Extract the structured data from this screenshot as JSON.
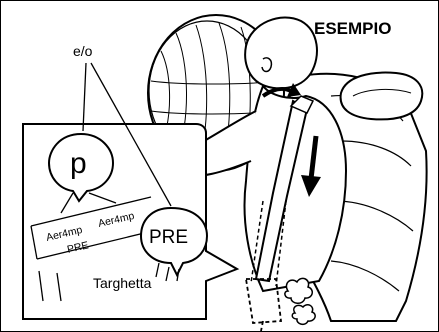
{
  "figure": {
    "title": "ESEMPIO",
    "callout_label": "e/o",
    "icon_p_text": "p",
    "icon_pre_text": "PRE",
    "mark_text_1": "Aer4mp",
    "mark_text_2": "Aer4mp",
    "mark_text_3": "PRE",
    "plate_label": "Targhetta"
  }
}
